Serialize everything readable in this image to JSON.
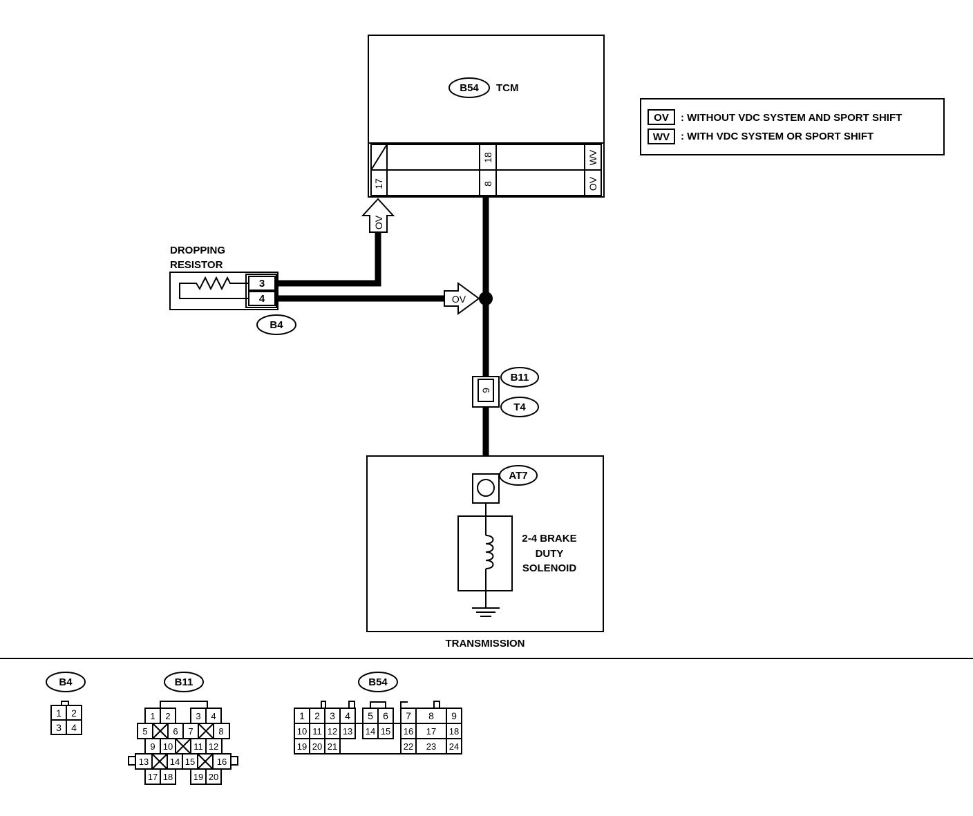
{
  "legend": {
    "items": [
      {
        "code": "OV",
        "text": ": WITHOUT VDC SYSTEM AND SPORT SHIFT"
      },
      {
        "code": "WV",
        "text": ": WITH VDC SYSTEM OR SPORT SHIFT"
      }
    ]
  },
  "tcm": {
    "connector_id": "B54",
    "name": "TCM",
    "pin_17": "17",
    "pin_18": "18",
    "pin_8": "8",
    "tag_wv": "WV",
    "tag_ov": "OV"
  },
  "resistor": {
    "title_line1": "DROPPING",
    "title_line2": "RESISTOR",
    "pin_3": "3",
    "pin_4": "4",
    "connector_id": "B4"
  },
  "arrows": {
    "up_tag": "OV",
    "right_tag": "OV"
  },
  "joint": {
    "pin": "9",
    "connector_a": "B11",
    "connector_b": "T4"
  },
  "transmission": {
    "label": "TRANSMISSION",
    "connector_id": "AT7",
    "solenoid_line1": "2-4 BRAKE",
    "solenoid_line2": "DUTY",
    "solenoid_line3": "SOLENOID"
  },
  "connector_views": {
    "b4": {
      "id": "B4",
      "pins": [
        "1",
        "2",
        "3",
        "4"
      ]
    },
    "b11": {
      "id": "B11",
      "pins": [
        "1",
        "2",
        "3",
        "4",
        "5",
        "6",
        "7",
        "8",
        "9",
        "10",
        "11",
        "12",
        "13",
        "14",
        "15",
        "16",
        "17",
        "18",
        "19",
        "20"
      ]
    },
    "b54": {
      "id": "B54",
      "pins": [
        "1",
        "2",
        "3",
        "4",
        "5",
        "6",
        "7",
        "8",
        "9",
        "10",
        "11",
        "12",
        "13",
        "14",
        "15",
        "16",
        "17",
        "18",
        "19",
        "20",
        "21",
        "22",
        "23",
        "24"
      ]
    }
  }
}
